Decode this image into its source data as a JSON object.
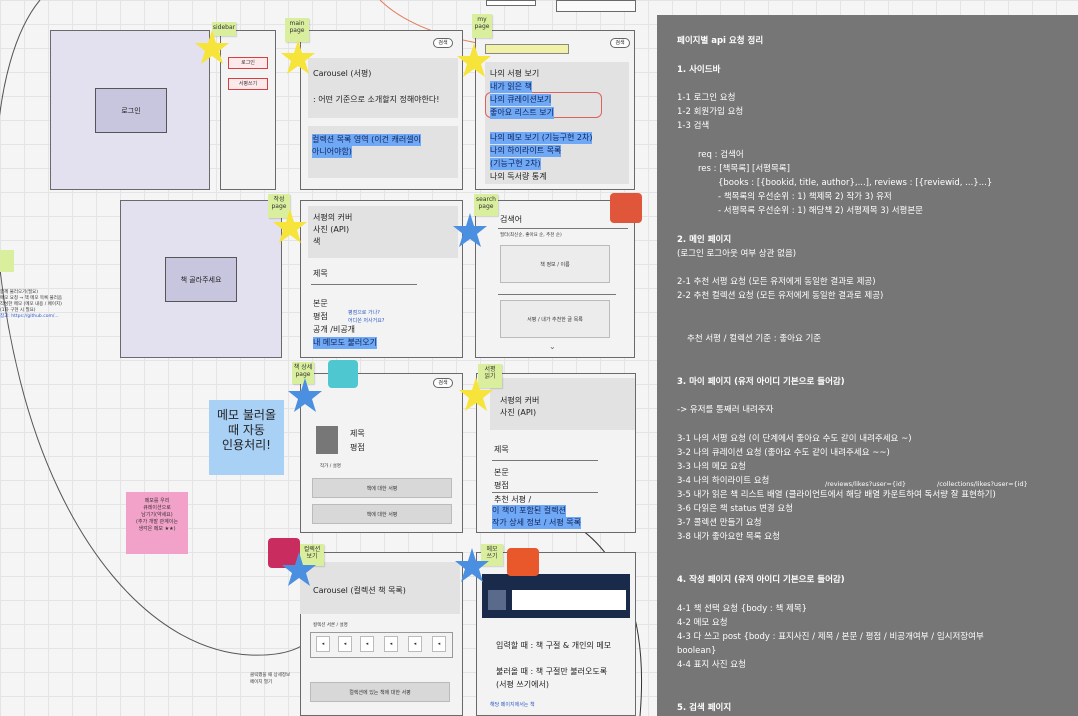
{
  "stickies": {
    "sidebar": "sidebar",
    "main_page": "main\npage",
    "my_page": "my\npage",
    "write_page": "작성\npage",
    "search_page": "search\npage",
    "detail_page": "책 상세\npage",
    "review_read": "서평\n읽기",
    "collection_view": "컬렉션\n보기",
    "memo_write": "메모\n쓰기"
  },
  "sidebar": {
    "login_box": "로그인",
    "btn1": "로그인",
    "btn2": "서평쓰기"
  },
  "main_frame": {
    "search_pill": "검색",
    "carousel": "Carousel (서평)",
    "caption": ": 어떤 기준으로 소개할지 정해야한다!",
    "collection_area_1": "컬렉션 목록 영역 (이건 캐러셀이",
    "collection_area_2": "아니어야함)"
  },
  "my_frame": {
    "search_pill": "검색",
    "items": [
      "나의 서평 보기",
      "내가 읽은 책",
      "나의 큐레이션보기",
      "좋아요 리스트 보기"
    ],
    "items2": [
      "나의 메모 보기 (기능구현 2차)",
      "나의 하이라이트 목록",
      "(기능구현 2차)",
      "나의 독서량 통계"
    ]
  },
  "write_frame": {
    "center_box": "책 골라주세요",
    "cover_1": "서평의 커버",
    "cover_2": "사진 (API)",
    "cover_3": "색",
    "title": "제목",
    "body": "본문",
    "rating": "평점",
    "public": "공개 /비공개",
    "memo_load": "내 메모도 불러오기",
    "blue_1": "평점으로 가나?",
    "blue_2": "어디쓴 저사거요?"
  },
  "search_frame": {
    "label": "검색어",
    "sub": "필터(최신순, 좋아요 순, 추천 순)",
    "row1": "책 정보 / 이름",
    "row2": "서평 / 내가 추천한 글 목록"
  },
  "detail_frame": {
    "search_pill": "검색",
    "title": "제목",
    "rating": "평점",
    "author": "작가 / 설명",
    "btn1": "책에 대한 서평",
    "btn2": "책에 대한 서평"
  },
  "review_frame": {
    "cover_1": "서평의 커버",
    "cover_2": "사진 (API)",
    "title": "제목",
    "body": "본문",
    "rating": "평점",
    "recommend": "추천 서평 /",
    "hl1": "이 책이 포함된 컬렉션",
    "hl2": "작가 상세 정보 / 서평 목록"
  },
  "collection_frame": {
    "carousel": "Carousel (컬렉션 책 목록)",
    "sub": "컬렉션 서론 / 설명",
    "btn": "컬렉션에 있는 책에 대한 서평",
    "note_1": "클릭했을 때 상세정보",
    "note_2": "페이지 열기"
  },
  "memo_frame": {
    "input": "입력할 때 : 책 구절 & 개인의 메모",
    "load_1": "불러올 때 : 책 구절만 불러오도록",
    "load_2": "(서평 쓰기에서)",
    "blue_bottom": "해당 페이지에서는 책"
  },
  "blue_note": "메모 불러올\n때 자동\n인용처리!",
  "pink_note": "메모를 우리\n큐레이션으로\n남기기(약세요)\n(추가 개발 관계이는\n생각은 메모 ★★)",
  "left_tiny": [
    "함께 불러오기(필요)",
    "메모 요청 → 책 메모 목록 불러옴",
    "작성한 메모 (메모 내용 / 페이지)",
    "(1차 구현 시 필요)",
    "참고: https://github.com/..."
  ],
  "panel": {
    "heading": "페이지별 api 요청 정리",
    "s1": "1. 사이드바",
    "s1_items": [
      "1-1 로그인 요청",
      "1-2 회원가입 요청",
      "1-3 검색"
    ],
    "req": "req : 검색어",
    "res": "res : [책목록] [서평목록]",
    "res_detail": "{books : [{bookid, title, author},...], reviews : [{reviewid, ...}...}",
    "prio1": "- 책목록의 우선순위 : 1) 책제목 2) 작가 3) 유저",
    "prio2": "- 서평목록 우선순위 : 1) 해당책 2) 서평제목 3) 서평본문",
    "s2": "2. 메인 페이지",
    "s2_sub": "(로그인 로그아웃 여부 상관 없음)",
    "s2_items": [
      "2-1 추천 서평 요청 (모든 유저에게 동일한 결과로 제공)",
      "2-2 추천 컬렉션 요청 (모든 유저에게 동일한 결과로 제공)"
    ],
    "s2_basis": "추천 서평 / 컬렉션 기준 : 좋아요 기준",
    "s3": "3. 마이 페이지 (유저 아이디 기본으로 들어감)",
    "s3_sub": "-> 유저를 통째러 내려주자",
    "s3_items": [
      "3-1 나의 서평 요청 (이 단계에서 좋아요 수도 같이 내려주세요 ~)",
      "3-2 나의 큐레이션 요청 (좋아요 수도 같이 내려주세요 ~~)",
      "3-3 나의 메모 요청",
      "3-4 나의 하이라이트 요청",
      "3-5 내가 읽은 책 리스트 배열 (클라이언트에서 해당 배열 카운트하여 독서량 잘 표현하기)",
      "3-6 다읽은 책 status 변경 요청",
      "3-7 콜렉션 만들기 요청",
      "3-8 내가 좋아요한 목록 요청"
    ],
    "url1": "/reviews/likes?user={id}",
    "url2": "/collections/likes?user={id}",
    "s4": "4. 작성 페이지 (유저 아이디 기본으로 들어감)",
    "s4_items": [
      "4-1 책 선택 요청 {body : 책 제목}",
      "4-2 메모 요청",
      "4-3 다 쓰고 post {body : 표지사진 / 제목 / 본문 / 평점 / 비공개여부 / 임시저장여부",
      "boolean}",
      "4-4 표지 사진 요청"
    ],
    "s5": "5. 검색 페이지"
  },
  "colors": {
    "panel": "#767676",
    "highlight": "#6fa8f5",
    "sticky": "#d9ef9e",
    "star_yellow": "#f6e43a",
    "star_blue": "#4a8fe0"
  }
}
